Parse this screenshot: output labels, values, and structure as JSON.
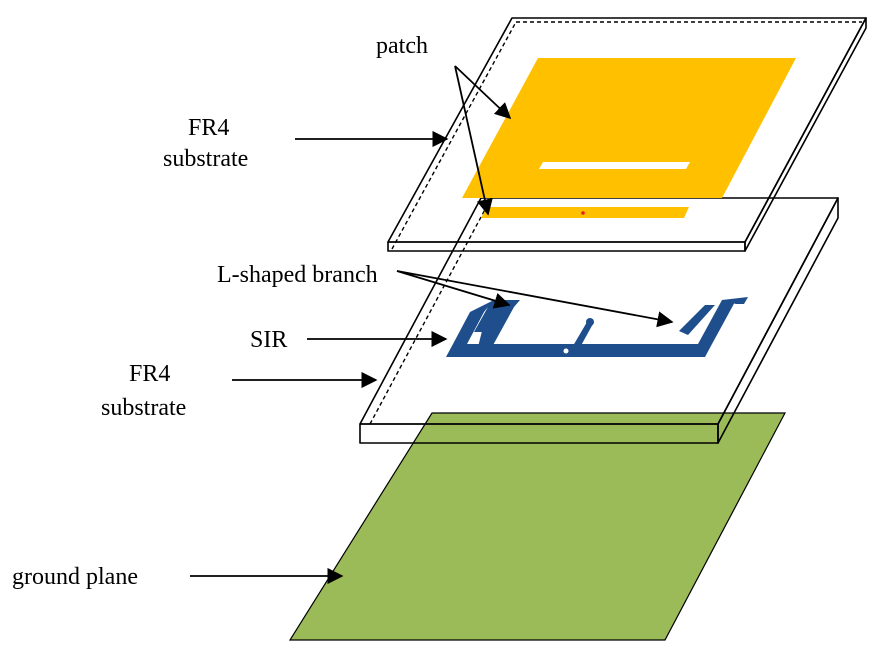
{
  "labels": {
    "patch": "patch",
    "fr4_top_line1": "FR4",
    "fr4_top_line2": "substrate",
    "l_branch": "L-shaped branch",
    "sir": "SIR",
    "fr4_bottom_line1": "FR4",
    "fr4_bottom_line2": "substrate",
    "ground": "ground plane"
  },
  "colors": {
    "patch": "#ffc000",
    "sir": "#1f4e8c",
    "ground": "#9bbb59",
    "outline": "#000000",
    "feed_dot": "#e02020"
  }
}
